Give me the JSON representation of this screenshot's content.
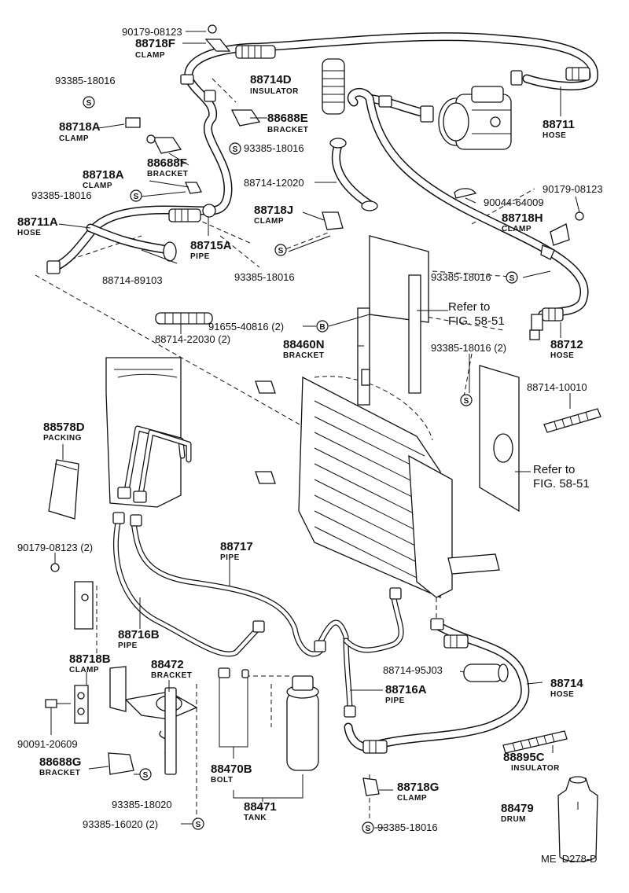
{
  "diagram_code": "ME  D278-D",
  "symbols": {
    "s": "S",
    "b": "B"
  },
  "parts": {
    "p90179_top": "90179-08123",
    "p88718F": "88718F",
    "p88718F_n": "CLAMP",
    "p93385_a": "93385-18016",
    "p88714D": "88714D",
    "p88714D_n": "INSULATOR",
    "p88718A": "88718A",
    "p88718A_n": "CLAMP",
    "p88688E": "88688E",
    "p88688E_n": "BRACKET",
    "p93385_b": "93385-18016",
    "p88711": "88711",
    "p88711_n": "HOSE",
    "p88688F": "88688F",
    "p88688F_n": "BRACKET",
    "p88718A2": "88718A",
    "p88718A2_n": "CLAMP",
    "p88714_12020": "88714-12020",
    "p93385_c": "93385-18016",
    "p90044": "90044-64009",
    "p90179_r": "90179-08123",
    "p88718J": "88718J",
    "p88718J_n": "CLAMP",
    "p88718H": "88718H",
    "p88718H_n": "CLAMP",
    "p88711A": "88711A",
    "p88711A_n": "HOSE",
    "p88715A": "88715A",
    "p88715A_n": "PIPE",
    "p93385_d": "93385-18016",
    "p88714_89103": "88714-89103",
    "p93385_e": "93385-18016",
    "p88714_22030": "88714-22030 (2)",
    "p91655": "91655-40816 (2)",
    "ref1a": "Refer to",
    "ref1b": "FIG. 58-51",
    "p88460N": "88460N",
    "p88460N_n": "BRACKET",
    "p88712": "88712",
    "p88712_n": "HOSE",
    "p93385_2": "93385-18016 (2)",
    "p88578D": "88578D",
    "p88578D_n": "PACKING",
    "p88714_10010": "88714-10010",
    "ref2a": "Refer to",
    "ref2b": "FIG. 58-51",
    "p90179_2": "90179-08123 (2)",
    "p88717": "88717",
    "p88717_n": "PIPE",
    "p88716B": "88716B",
    "p88716B_n": "PIPE",
    "p88718B": "88718B",
    "p88718B_n": "CLAMP",
    "p88472": "88472",
    "p88472_n": "BRACKET",
    "p88714_95J03": "88714-95J03",
    "p88714": "88714",
    "p88714_n": "HOSE",
    "p88716A": "88716A",
    "p88716A_n": "PIPE",
    "p90091": "90091-20609",
    "p88895C": "88895C",
    "p88895C_n": "INSULATOR",
    "p88688G": "88688G",
    "p88688G_n": "BRACKET",
    "p88470B": "88470B",
    "p88470B_n": "BOLT",
    "p88718G": "88718G",
    "p88718G_n": "CLAMP",
    "p93385_20": "93385-18020",
    "p88471": "88471",
    "p88471_n": "TANK",
    "p88479": "88479",
    "p88479_n": "DRUM",
    "p93385_16020": "93385-16020 (2)",
    "p93385_f": "93385-18016"
  }
}
